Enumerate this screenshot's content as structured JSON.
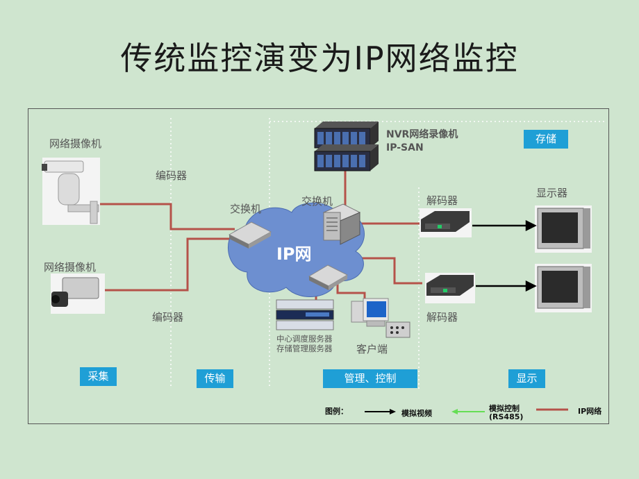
{
  "title": "传统监控演变为IP网络监控",
  "labels": {
    "camera1": "网络摄像机",
    "camera2": "网络摄像机",
    "encoder1": "编码器",
    "encoder2": "编码器",
    "switch1": "交换机",
    "switch2": "交换机",
    "nvr": "NVR网络录像机",
    "ipsan": "IP-SAN",
    "ip_network": "IP网",
    "decoder1": "解码器",
    "decoder2": "解码器",
    "display": "显示器",
    "server_line1": "中心调度服务器",
    "server_line2": "存储管理服务器",
    "client": "客户端"
  },
  "zones": [
    "采集",
    "传输",
    "管理、控制",
    "显示"
  ],
  "storage_tag": "存储",
  "legend": {
    "title": "图例：",
    "analog_video": "模拟视频",
    "analog_control_1": "模拟控制",
    "analog_control_2": "(RS485)",
    "ip_network": "IP网络"
  },
  "colors": {
    "ip_line": "#b5524a",
    "analog_video": "#000000",
    "analog_control": "#66dd55",
    "zone_tag": "#1f9fd6",
    "cloud": "#6d8fd0"
  }
}
